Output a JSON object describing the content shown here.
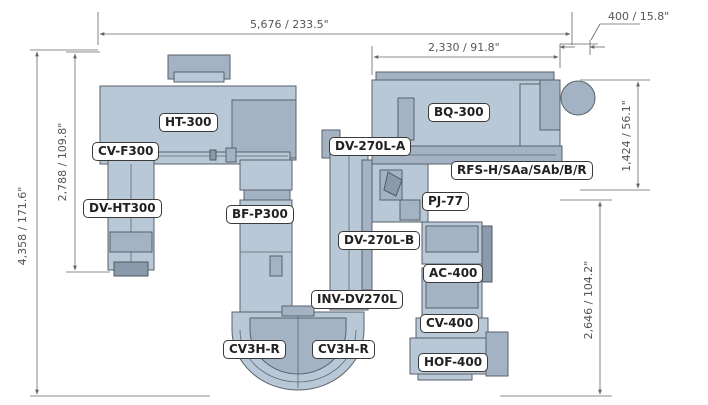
{
  "dimensions": {
    "top_overall": "5,676 / 233.5\"",
    "top_right_gap": "400 / 15.8\"",
    "top_partial": "2,330 / 91.8\"",
    "left_overall": "4,358 / 171.6\"",
    "left_partial": "2,788 / 109.8\"",
    "right_upper": "1,424 / 56.1\"",
    "right_lower": "2,646 / 104.2\""
  },
  "labels": {
    "ht300": "HT-300",
    "cvf300": "CV-F300",
    "dvht300": "DV-HT300",
    "bfp300": "BF-P300",
    "dv270la": "DV-270L-A",
    "dv270lb": "DV-270L-B",
    "invdv270l": "INV-DV270L",
    "cv3hr_left": "CV3H-R",
    "cv3hr_right": "CV3H-R",
    "bq300": "BQ-300",
    "rfs": "RFS-H/SAa/SAb/B/R",
    "pj77": "PJ-77",
    "ac400": "AC-400",
    "cv400": "CV-400",
    "hof400": "HOF-400"
  }
}
